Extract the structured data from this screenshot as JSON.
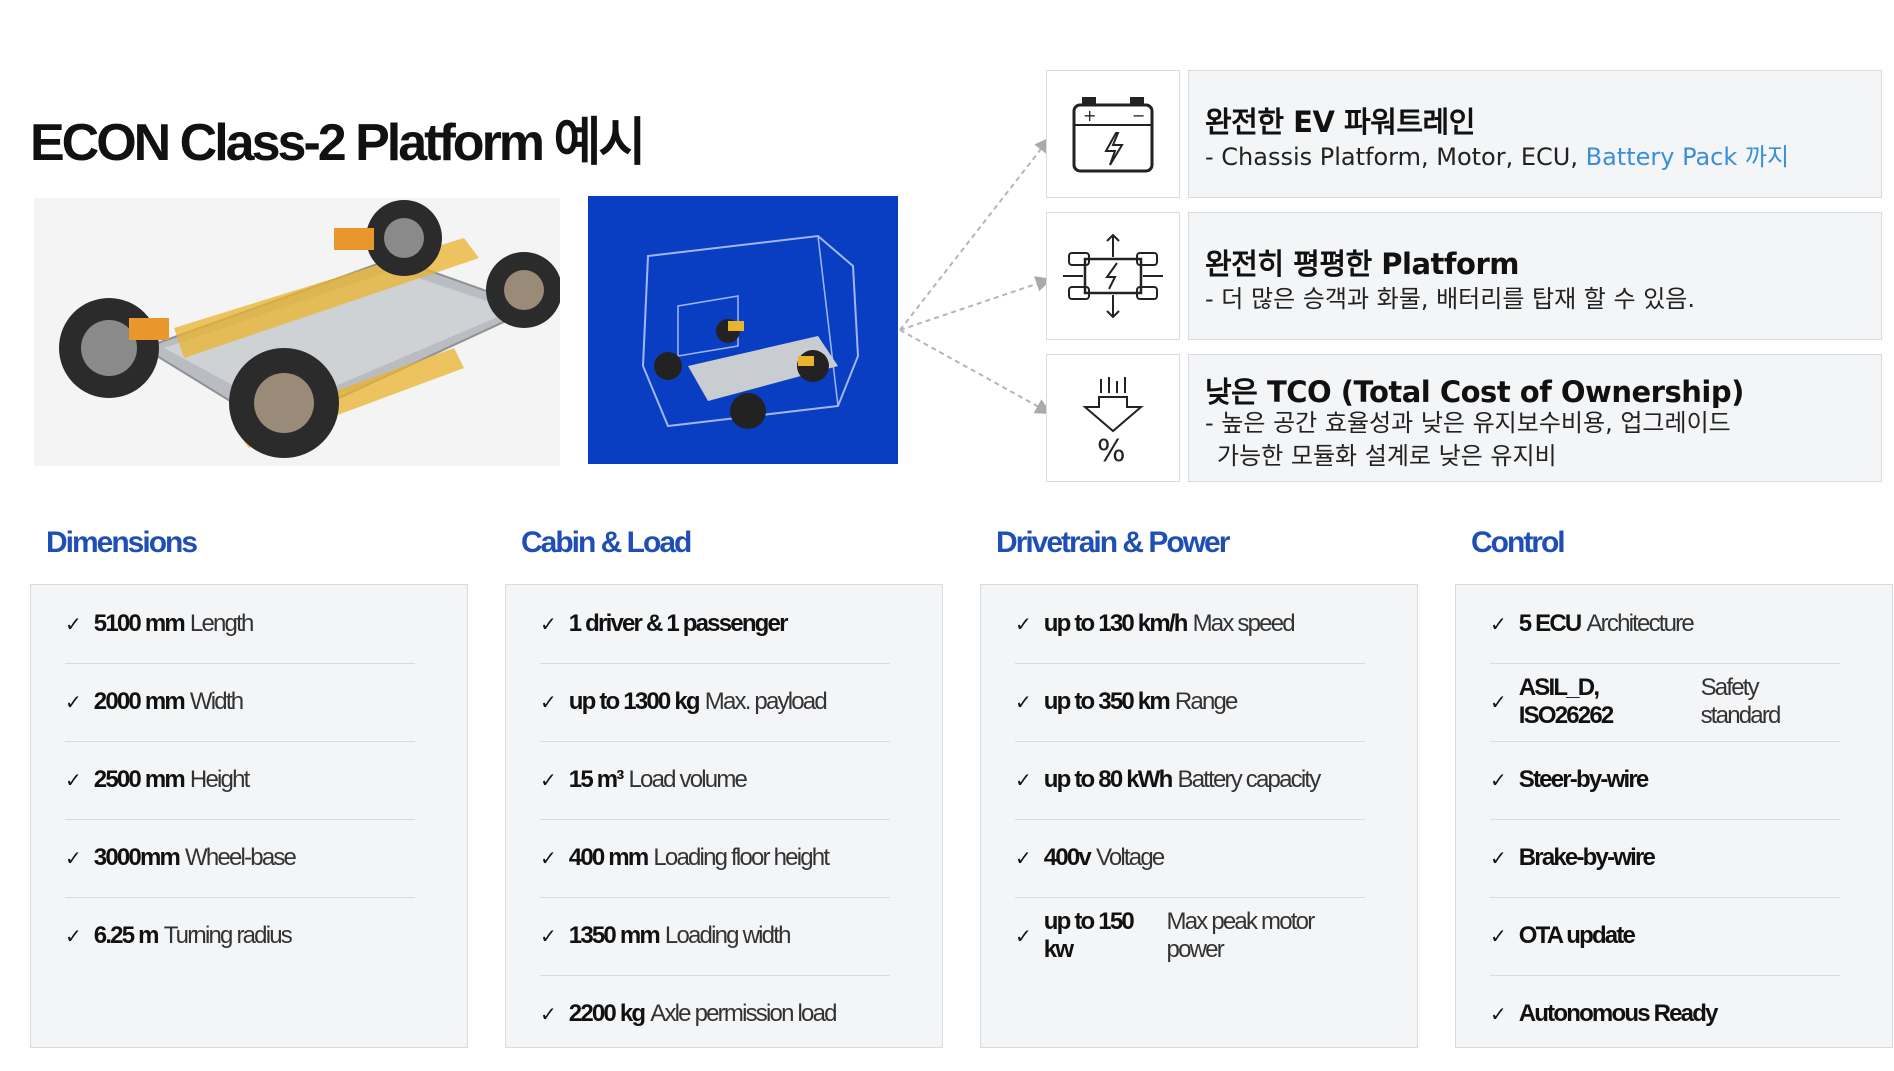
{
  "title": "ECON Class-2 Platform 예시",
  "features": [
    {
      "icon": "battery-icon",
      "title": "완전한 EV 파워트레인",
      "desc_prefix": "- Chassis Platform, Motor, ECU, ",
      "desc_accent": "Battery Pack 까지",
      "accent_color": "#3a8fd8"
    },
    {
      "icon": "flat-platform-icon",
      "title": "완전히 평평한 Platform",
      "desc": "- 더 많은 승객과 화물, 배터리를 탑재 할 수 있음."
    },
    {
      "icon": "cost-down-percent-icon",
      "title": "낮은 TCO (Total Cost of Ownership)",
      "desc_line1": "- 높은 공간 효율성과 낮은 유지보수비용, 업그레이드",
      "desc_line2": "가능한 모듈화 설계로 낮은 유지비"
    }
  ],
  "specs": [
    {
      "heading": "Dimensions",
      "items": [
        {
          "value": "5100 mm",
          "label": "Length"
        },
        {
          "value": "2000 mm",
          "label": "Width"
        },
        {
          "value": "2500 mm",
          "label": "Height"
        },
        {
          "value": "3000mm",
          "label": "Wheel-base"
        },
        {
          "value": "6.25 m",
          "label": "Turning radius"
        }
      ]
    },
    {
      "heading": "Cabin & Load",
      "items": [
        {
          "value": "1 driver & 1 passenger",
          "label": ""
        },
        {
          "value": "up to 1300 kg",
          "label": "Max. payload"
        },
        {
          "value": "15 m³",
          "label": "Load volume"
        },
        {
          "value": "400 mm",
          "label": "Loading floor height"
        },
        {
          "value": "1350 mm",
          "label": "Loading width"
        },
        {
          "value": "2200 kg",
          "label": "Axle permission load"
        }
      ]
    },
    {
      "heading": "Drivetrain & Power",
      "items": [
        {
          "value": "up to 130 km/h",
          "label": "Max speed"
        },
        {
          "value": "up to 350 km",
          "label": "Range"
        },
        {
          "value": "up to 80 kWh",
          "label": "Battery capacity"
        },
        {
          "value": "400v",
          "label": "Voltage"
        },
        {
          "value": "up to 150 kw",
          "label": "Max peak motor power"
        }
      ]
    },
    {
      "heading": "Control",
      "items": [
        {
          "value": "5 ECU",
          "label": "Architecture"
        },
        {
          "value": "ASIL_D, ISO26262",
          "label": "Safety standard"
        },
        {
          "value": "Steer-by-wire",
          "label": ""
        },
        {
          "value": "Brake-by-wire",
          "label": ""
        },
        {
          "value": "OTA update",
          "label": ""
        },
        {
          "value": "Autonomous Ready",
          "label": ""
        }
      ]
    }
  ],
  "colors": {
    "heading_blue": "#1f4fb4",
    "van_background": "#0a3ec2",
    "panel_background": "#f4f5f7"
  }
}
